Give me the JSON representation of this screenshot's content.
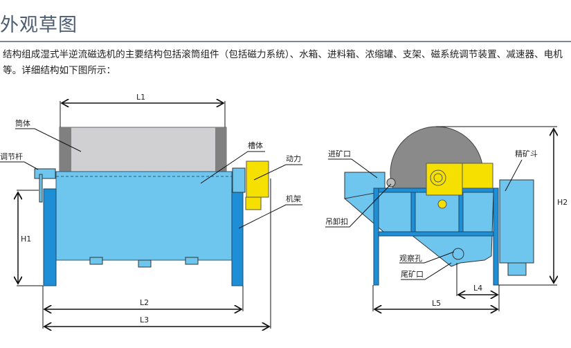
{
  "title": "外观草图",
  "description": "结构组成湿式半逆流磁选机的主要结构包括滚筒组件（包括磁力系统）、水箱、进料箱、浓缩罐、支架、磁系统调节装置、减速器、电机等。详细结构如下图所示：",
  "front_view": {
    "labels": {
      "drum": "筒体",
      "adjust_rod": "调节杆",
      "tank": "槽体",
      "power": "动力",
      "frame": "机架"
    },
    "dims": {
      "l1": "L1",
      "l2": "L2",
      "l3": "L3",
      "h1": "H1"
    }
  },
  "side_view": {
    "labels": {
      "feed_inlet": "进矿口",
      "hoist_ring": "吊卸扣",
      "inspection_hole": "观察孔",
      "tailings_outlet": "尾矿口",
      "concentrate_hopper": "精矿斗"
    },
    "dims": {
      "l4": "L4",
      "l5": "L5",
      "h2": "H2"
    }
  },
  "colors": {
    "tank": "#6ec6ee",
    "frame": "#1e8fd6",
    "drum": "#8a8a8a",
    "motor": "#f5e000"
  }
}
